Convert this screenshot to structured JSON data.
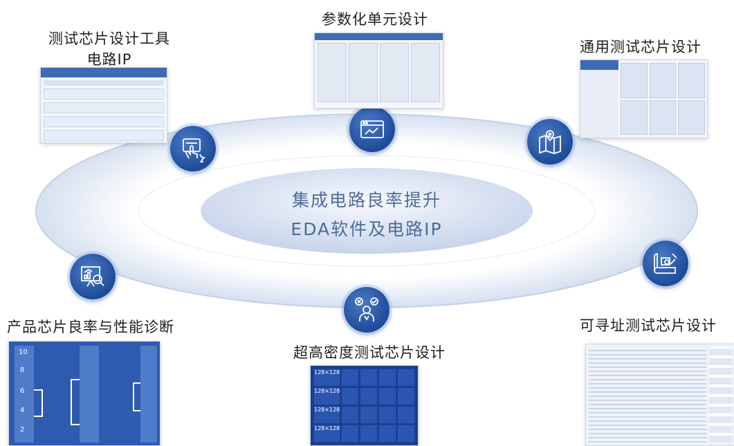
{
  "center": {
    "line1": "集成电路良率提升",
    "line2": "EDA软件及电路IP"
  },
  "modules": {
    "test_chip_tools": {
      "line1": "测试芯片设计工具",
      "line2": "电路IP",
      "icon": "touch-panel-icon"
    },
    "param_unit": {
      "label": "参数化单元设计",
      "icon": "web-chart-icon"
    },
    "general_test_chip": {
      "label": "通用测试芯片设计",
      "icon": "map-pin-icon"
    },
    "yield_diagnosis": {
      "label": "产品芯片良率与性能诊断",
      "icon": "analytics-board-icon"
    },
    "high_density": {
      "label": "超高密度测试芯片设计",
      "icon": "person-check-icon"
    },
    "addressable": {
      "label": "可寻址测试芯片设计",
      "icon": "blueprint-icon"
    }
  },
  "thumbnails": {
    "yield_numbers": [
      "10",
      "8",
      "6",
      "4",
      "2"
    ],
    "density_rows": [
      "128×128",
      "128×128",
      "128×128",
      "128×128"
    ]
  },
  "colors": {
    "ring": "#dfe7f4",
    "node": "#2856a6",
    "center_text": "#4d6c9a"
  }
}
